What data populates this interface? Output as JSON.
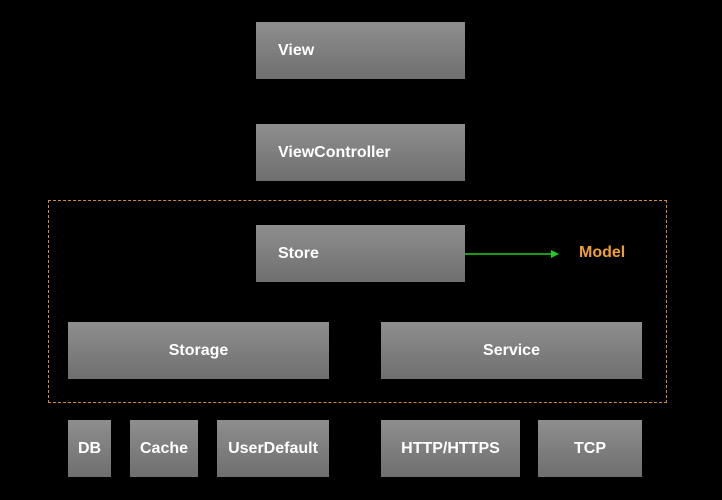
{
  "layers": {
    "view": "View",
    "view_controller": "ViewController",
    "store": "Store",
    "storage": "Storage",
    "service": "Service"
  },
  "storage_backends": [
    "DB",
    "Cache",
    "UserDefault"
  ],
  "service_protocols": [
    "HTTP/HTTPS",
    "TCP"
  ],
  "model_group": {
    "label": "Model",
    "border_color": "#d08a3a",
    "label_color": "#f0a030"
  },
  "colors": {
    "background": "#000000",
    "box_fill": "#808080",
    "box_text": "#ffffff",
    "arrow": "#22cc22"
  }
}
